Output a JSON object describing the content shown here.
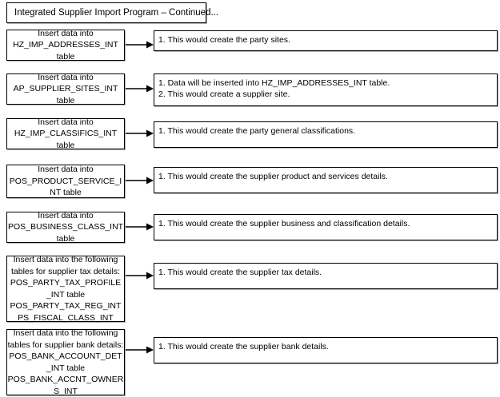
{
  "title": {
    "text": "Integrated Supplier Import Program – Continued..."
  },
  "rows": [
    {
      "id": "hz-imp-addresses-int",
      "process": {
        "lines": [
          "Insert data into",
          "HZ_IMP_ADDRESSES_INT",
          "table"
        ]
      },
      "note": {
        "lines": [
          "1. This would create the party sites."
        ]
      },
      "connector_name": "arrow-to-party-sites-note"
    },
    {
      "id": "ap-supplier-sites-int",
      "process": {
        "lines": [
          "Insert data into",
          "AP_SUPPLIER_SITES_INT",
          "table"
        ]
      },
      "note": {
        "lines": [
          "1. Data will be inserted into HZ_IMP_ADDRESSES_INT table.",
          "2. This would create a supplier site."
        ]
      },
      "connector_name": "arrow-to-supplier-site-note"
    },
    {
      "id": "hz-imp-classifics-int",
      "process": {
        "lines": [
          "Insert data into",
          "HZ_IMP_CLASSIFICS_INT",
          "table"
        ]
      },
      "note": {
        "lines": [
          "1. This would create the party general classifications."
        ]
      },
      "connector_name": "arrow-to-party-classifications-note"
    },
    {
      "id": "pos-product-service-int",
      "process": {
        "lines": [
          "Insert data into",
          "POS_PRODUCT_SERVICE_I",
          "NT table"
        ]
      },
      "note": {
        "lines": [
          "1. This would create the supplier product and services details."
        ]
      },
      "connector_name": "arrow-to-product-services-note"
    },
    {
      "id": "pos-business-class-int",
      "process": {
        "lines": [
          "Insert data into",
          "POS_BUSINESS_CLASS_INT",
          "table"
        ]
      },
      "note": {
        "lines": [
          "1. This would create the supplier business and classification details."
        ]
      },
      "connector_name": "arrow-to-business-class-note"
    },
    {
      "id": "supplier-tax-tables",
      "process": {
        "lines": [
          "Insert data into the following",
          "tables for supplier tax details:",
          "POS_PARTY_TAX_PROFILE",
          "_INT table",
          "POS_PARTY_TAX_REG_INT",
          "PS_FISCAL_CLASS_INT"
        ]
      },
      "note": {
        "lines": [
          "1. This would create the supplier tax details."
        ]
      },
      "connector_name": "arrow-to-supplier-tax-note"
    },
    {
      "id": "supplier-bank-tables",
      "process": {
        "lines": [
          "Insert data into the following",
          "tables for supplier bank details:",
          "POS_BANK_ACCOUNT_DET",
          "_INT table",
          "POS_BANK_ACCNT_OWNER",
          "S_INT"
        ]
      },
      "note": {
        "lines": [
          "1. This would create the supplier bank details."
        ]
      },
      "connector_name": "arrow-to-supplier-bank-note"
    }
  ],
  "colors": {
    "border": "#000000",
    "background": "#ffffff",
    "text": "#000000",
    "shadow": "#b0b0b0"
  }
}
